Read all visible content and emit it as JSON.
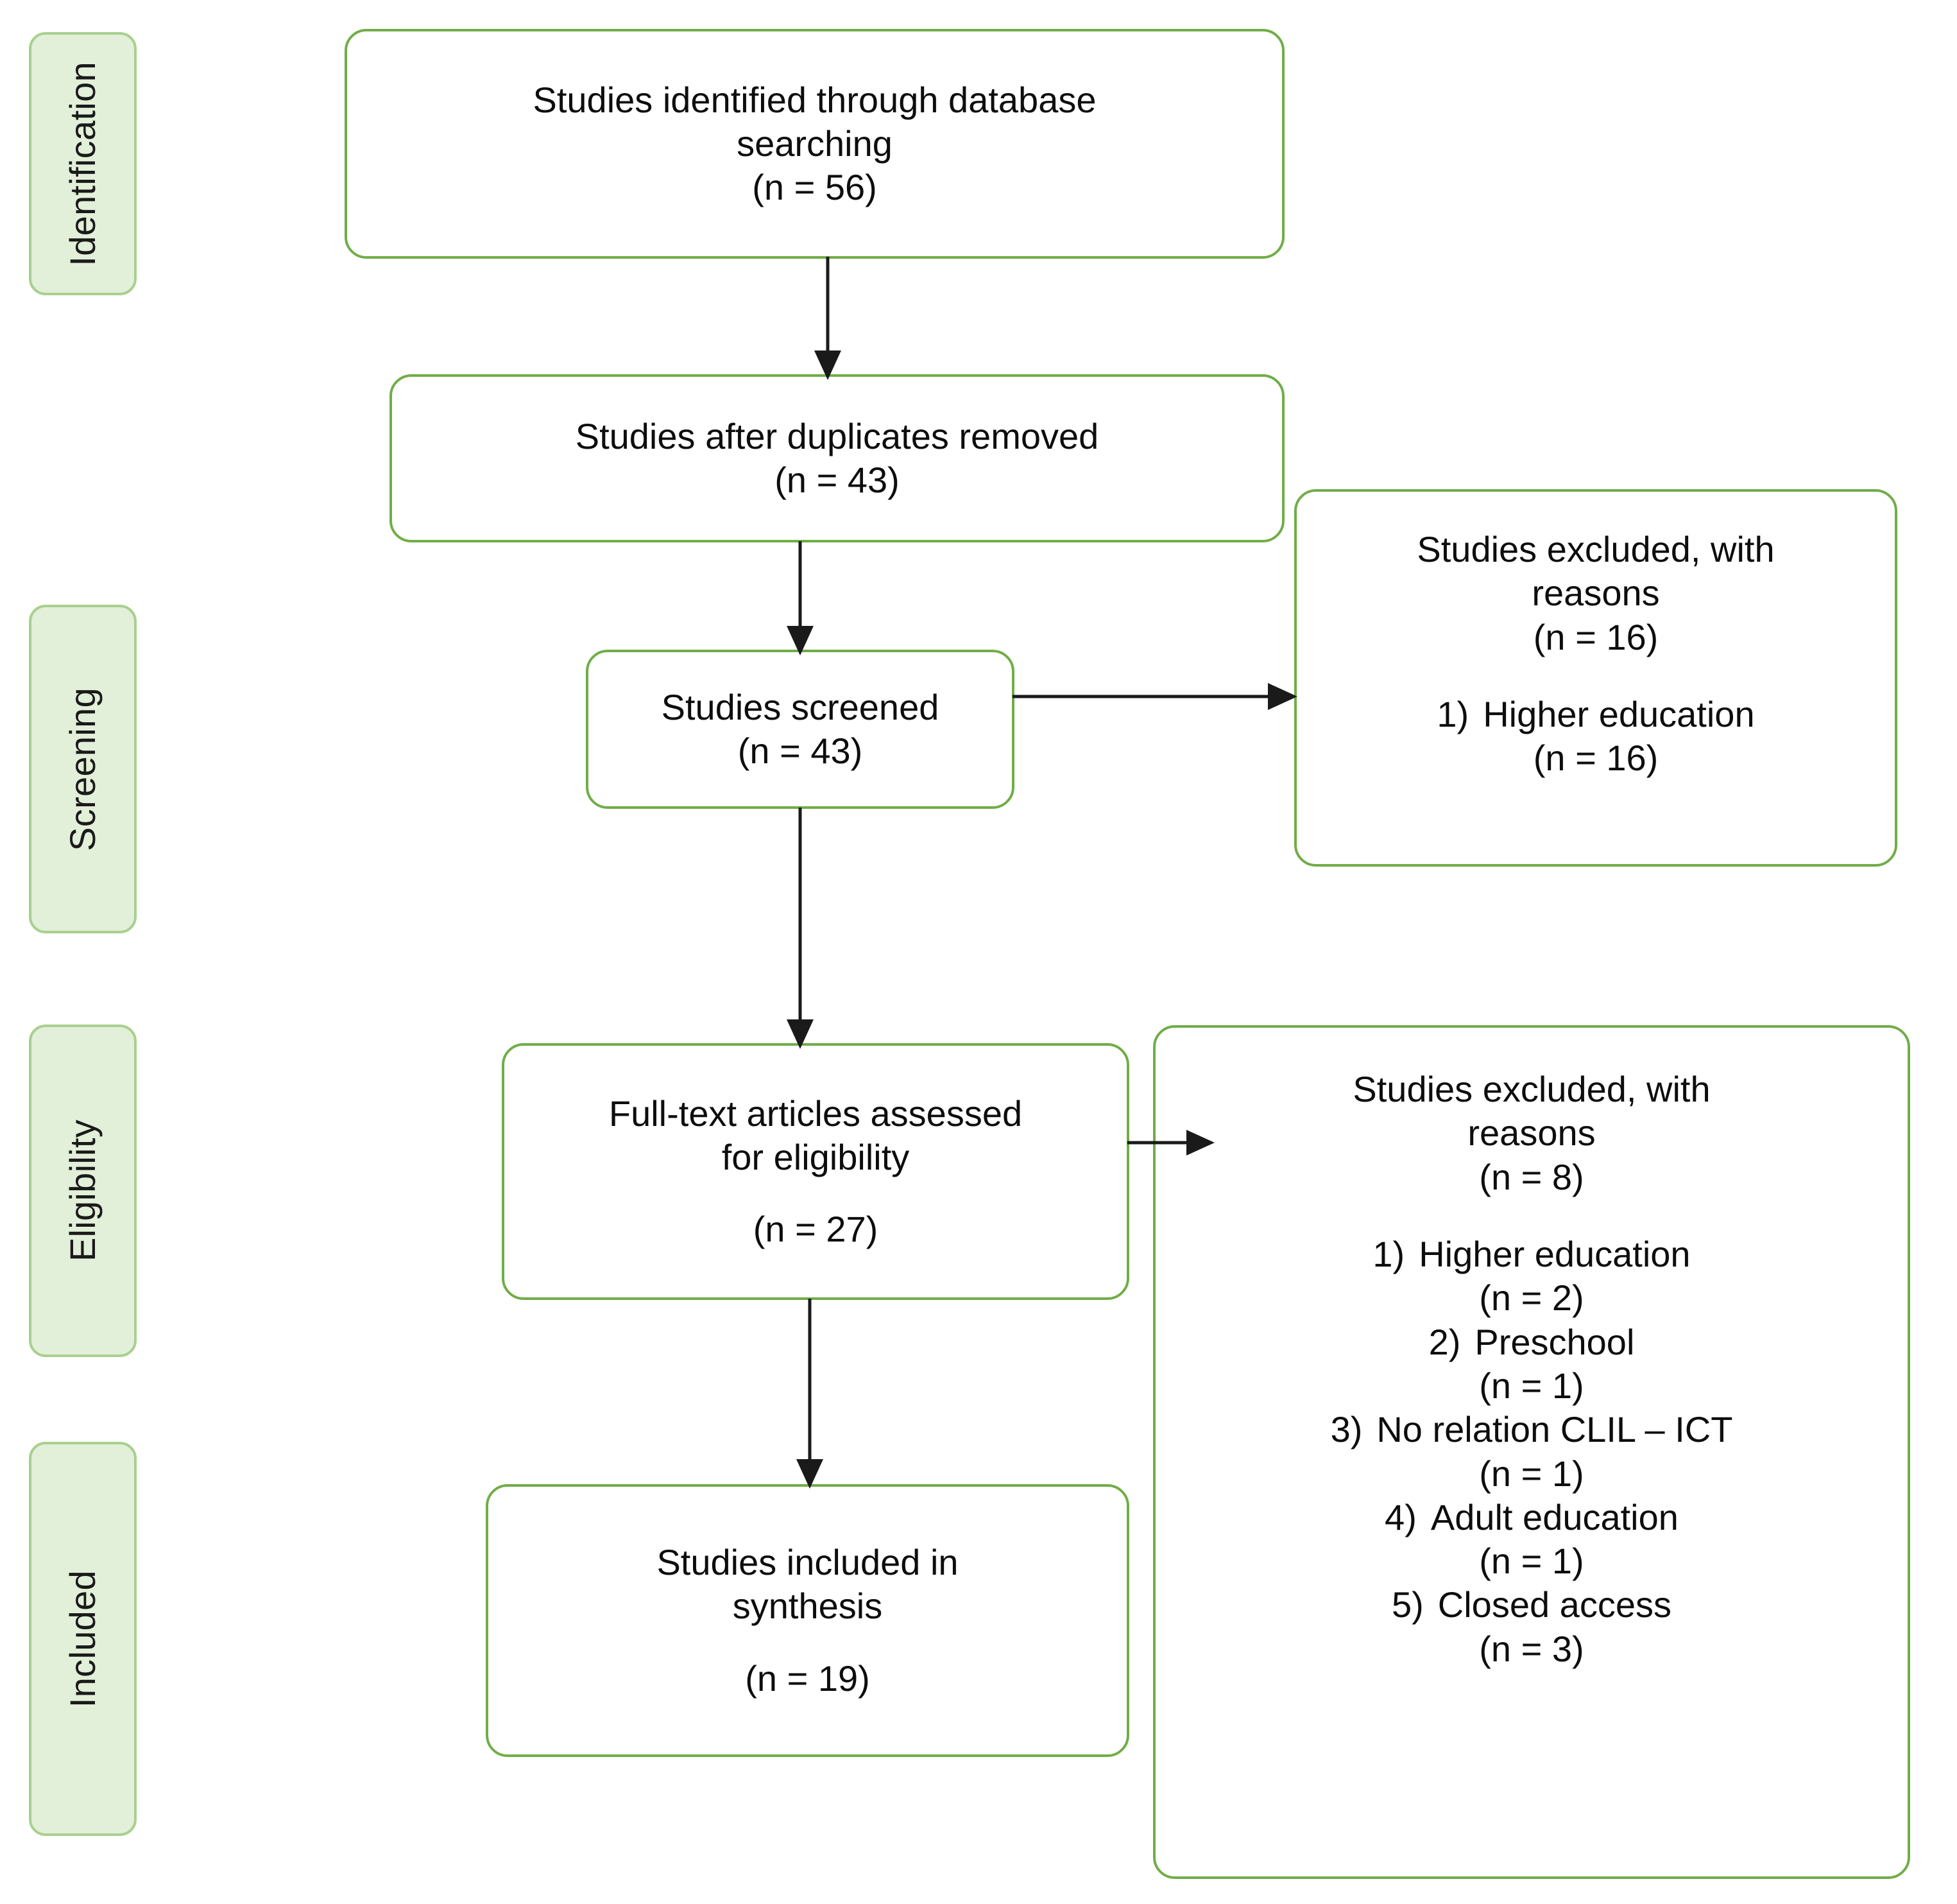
{
  "colors": {
    "box_border": "#70ad47",
    "stage_fill": "#e2efd9",
    "stage_border": "#a9d08e",
    "text": "#0d0d0d",
    "arrow": "#1a1a1a",
    "background": "#ffffff"
  },
  "stages": [
    {
      "label": "Identification"
    },
    {
      "label": "Screening"
    },
    {
      "label": "Eligibility"
    },
    {
      "label": "Included"
    }
  ],
  "boxes": {
    "identified": {
      "lines": [
        "Studies identified through database",
        "searching",
        "(n = 56)"
      ]
    },
    "duplicates_removed": {
      "lines": [
        "Studies after duplicates removed",
        "(n = 43)"
      ]
    },
    "screened": {
      "lines": [
        "Studies screened",
        "(n = 43)"
      ]
    },
    "fulltext": {
      "lines": [
        "Full-text articles assessed",
        "for eligibility"
      ],
      "count": "(n = 27)"
    },
    "included": {
      "lines": [
        "Studies included in",
        "synthesis"
      ],
      "count": "(n = 19)"
    },
    "excluded_screening": {
      "title_lines": [
        "Studies excluded, with",
        "reasons"
      ],
      "count": "(n = 16)",
      "reasons": [
        {
          "num": "1)",
          "text": "Higher education",
          "count": "(n = 16)"
        }
      ]
    },
    "excluded_eligibility": {
      "title_lines": [
        "Studies excluded, with",
        "reasons"
      ],
      "count": "(n = 8)",
      "reasons": [
        {
          "num": "1)",
          "text": "Higher education",
          "count": "(n = 2)"
        },
        {
          "num": "2)",
          "text": "Preschool",
          "count": "(n = 1)"
        },
        {
          "num": "3)",
          "text": "No relation CLIL – ICT",
          "count": "(n = 1)"
        },
        {
          "num": "4)",
          "text": "Adult education",
          "count": "(n = 1)"
        },
        {
          "num": "5)",
          "text": "Closed access",
          "count": "(n = 3)"
        }
      ]
    }
  }
}
